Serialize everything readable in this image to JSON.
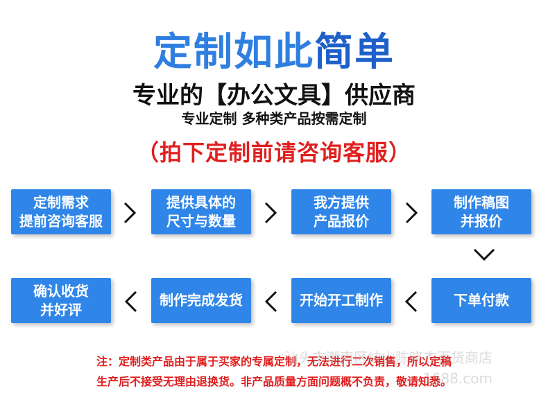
{
  "header": {
    "title_part1": "定制如此",
    "title_part2": "简单",
    "subtitle": "专业的【办公文具】供应商",
    "tagline": "专业定制 多种类产品按需定制",
    "cta": "（拍下定制前请咨询客服）"
  },
  "steps_row1": [
    {
      "line1": "定制需求",
      "line2": "提前咨询客服"
    },
    {
      "line1": "提供具体的",
      "line2": "尺寸与数量"
    },
    {
      "line1": "我方提供",
      "line2": "产品报价"
    },
    {
      "line1": "制作稿图",
      "line2": "并报价"
    }
  ],
  "steps_row2": [
    {
      "line1": "确认收货",
      "line2": "并好评"
    },
    {
      "line1": "制作完成发货",
      "line2": ""
    },
    {
      "line1": "开始开工制作",
      "line2": ""
    },
    {
      "line1": "下单付款",
      "line2": ""
    }
  ],
  "notes": {
    "line1": "注：定制类产品由于属于买家的专属定制，无法进行二次销售，所以定稿",
    "line2": "生产后不接受无理由退换货。非产品质量方面问题概不负责，敬请知悉。"
  },
  "watermark": {
    "line1": "汕头市潮南区峡山陈晓杰百货商店",
    "line2": "1688.com"
  },
  "colors": {
    "title_blue": "#2f7fe0",
    "box_blue": "#2f86e8",
    "red": "#e01f1f"
  }
}
